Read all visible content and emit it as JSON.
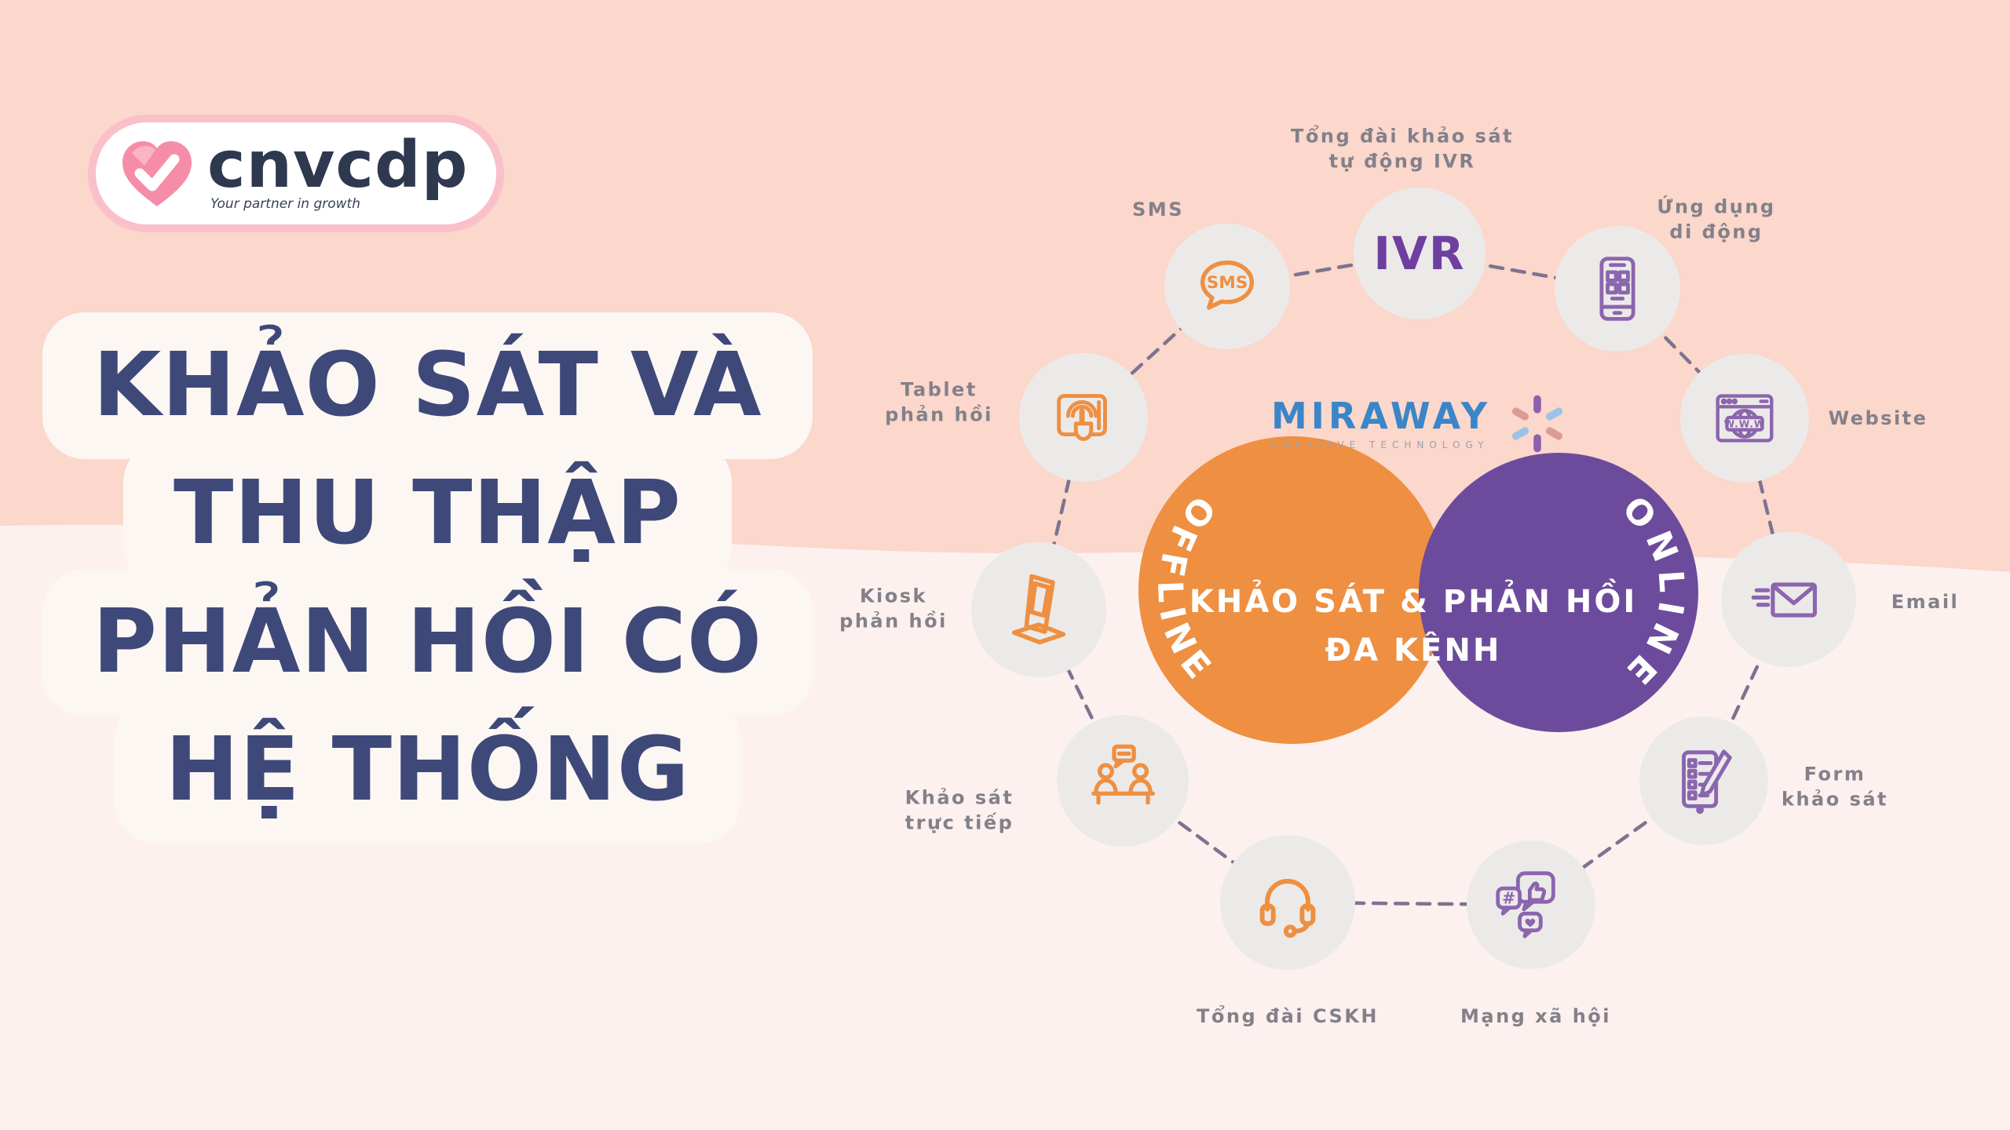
{
  "logo": {
    "brand": "cnvcdp",
    "tagline": "Your partner in growth"
  },
  "headline": {
    "lines": [
      "KHẢO SÁT VÀ",
      "THU THẬP",
      "PHẢN HỒI CÓ",
      "HỆ THỐNG"
    ]
  },
  "center": {
    "brand": "MIRAWAY",
    "brand_subtitle": "CREATIVE TECHNOLOGY",
    "offline_label": "OFFLINE",
    "online_label": "ONLINE",
    "title_line1": "KHẢO SÁT & PHẢN HỒI",
    "title_line2": "ĐA KÊNH"
  },
  "nodes": [
    {
      "id": "ivr",
      "label": "Tổng đài khảo sát\ntự động IVR",
      "text": "IVR",
      "icon": "ivr-text",
      "color": "ivr_purple"
    },
    {
      "id": "sms",
      "label": "SMS",
      "icon": "sms-bubble-icon",
      "icon_text": "SMS",
      "color": "orange"
    },
    {
      "id": "mobile-app",
      "label": "Ứng dụng\ndi động",
      "icon": "smartphone-icon",
      "color": "icon_purple"
    },
    {
      "id": "website",
      "label": "Website",
      "icon": "browser-www-icon",
      "icon_text": "W.W.W",
      "color": "icon_purple"
    },
    {
      "id": "email",
      "label": "Email",
      "icon": "envelope-icon",
      "color": "icon_purple"
    },
    {
      "id": "survey-form",
      "label": "Form\nkhảo sát",
      "icon": "form-pencil-icon",
      "color": "icon_purple"
    },
    {
      "id": "social-media",
      "label": "Mạng xã hội",
      "icon": "social-bubbles-icon",
      "color": "icon_purple"
    },
    {
      "id": "call-center",
      "label": "Tổng đài CSKH",
      "icon": "headset-icon",
      "color": "orange"
    },
    {
      "id": "direct-survey",
      "label": "Khảo sát\ntrực tiếp",
      "icon": "people-meeting-icon",
      "color": "orange"
    },
    {
      "id": "kiosk",
      "label": "Kiosk\nphản hồi",
      "icon": "kiosk-icon",
      "color": "orange"
    },
    {
      "id": "tablet",
      "label": "Tablet\nphản hồi",
      "icon": "tablet-touch-icon",
      "color": "orange"
    }
  ],
  "colors": {
    "bg_top": "#fbd7cc",
    "bg_bottom": "#fcf1ee",
    "headline_bg": "#fcf7f3",
    "navy": "#3e497a",
    "logo_navy": "#2e3950",
    "logo_border_pink": "#f9c0ca",
    "heart_pink": "#f58da9",
    "orange": "#ee8f41",
    "purple": "#6d4b9c",
    "icon_purple": "#8b65ae",
    "ivr_purple": "#6f3fa0",
    "node_bg": "#eceae9",
    "label_gray": "#838089",
    "connector": "#7c748f",
    "miraway_blue": "#3a86c8",
    "spark": [
      "#8e5fb0",
      "#9bc4e4",
      "#dc9b94"
    ]
  }
}
